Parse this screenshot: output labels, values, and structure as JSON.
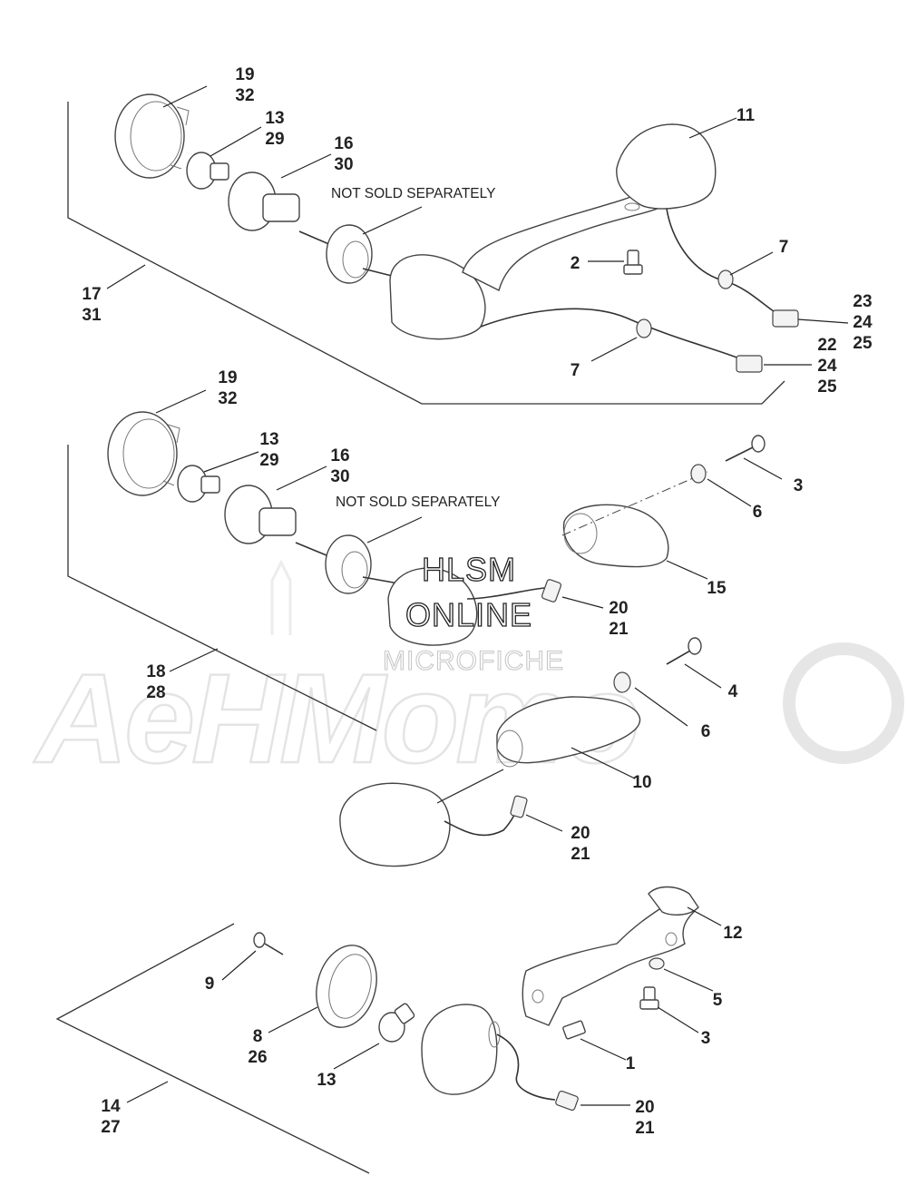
{
  "figure": {
    "note_text": "NOT SOLD SEPARATELY",
    "watermark": {
      "line1": "HLSM",
      "line2": "ONLINE",
      "line3": "MICROFICHE",
      "brand": "AeHMoто"
    }
  },
  "callouts": [
    {
      "id": "c1932a",
      "lines": [
        "19",
        "32"
      ]
    },
    {
      "id": "c1329a",
      "lines": [
        "13",
        "29"
      ]
    },
    {
      "id": "c1630a",
      "lines": [
        "16",
        "30"
      ]
    },
    {
      "id": "c11",
      "lines": [
        "11"
      ]
    },
    {
      "id": "c2",
      "lines": [
        "2"
      ]
    },
    {
      "id": "c7a",
      "lines": [
        "7"
      ]
    },
    {
      "id": "c232425",
      "lines": [
        "23",
        "24",
        "25"
      ]
    },
    {
      "id": "c1731",
      "lines": [
        "17",
        "31"
      ]
    },
    {
      "id": "c7b",
      "lines": [
        "7"
      ]
    },
    {
      "id": "c222425",
      "lines": [
        "22",
        "24",
        "25"
      ]
    },
    {
      "id": "c1932b",
      "lines": [
        "19",
        "32"
      ]
    },
    {
      "id": "c1329b",
      "lines": [
        "13",
        "29"
      ]
    },
    {
      "id": "c1630b",
      "lines": [
        "16",
        "30"
      ]
    },
    {
      "id": "c3a",
      "lines": [
        "3"
      ]
    },
    {
      "id": "c6a",
      "lines": [
        "6"
      ]
    },
    {
      "id": "c15",
      "lines": [
        "15"
      ]
    },
    {
      "id": "c2021a",
      "lines": [
        "20",
        "21"
      ]
    },
    {
      "id": "c4",
      "lines": [
        "4"
      ]
    },
    {
      "id": "c1828",
      "lines": [
        "18",
        "28"
      ]
    },
    {
      "id": "c6b",
      "lines": [
        "6"
      ]
    },
    {
      "id": "c10",
      "lines": [
        "10"
      ]
    },
    {
      "id": "c2021b",
      "lines": [
        "20",
        "21"
      ]
    },
    {
      "id": "c12",
      "lines": [
        "12"
      ]
    },
    {
      "id": "c9",
      "lines": [
        "9"
      ]
    },
    {
      "id": "c5",
      "lines": [
        "5"
      ]
    },
    {
      "id": "c826",
      "lines": [
        "8",
        "26"
      ]
    },
    {
      "id": "c3b",
      "lines": [
        "3"
      ]
    },
    {
      "id": "c1",
      "lines": [
        "1"
      ]
    },
    {
      "id": "c13",
      "lines": [
        "13"
      ]
    },
    {
      "id": "c1427",
      "lines": [
        "14",
        "27"
      ]
    },
    {
      "id": "c2021c",
      "lines": [
        "20",
        "21"
      ]
    }
  ]
}
